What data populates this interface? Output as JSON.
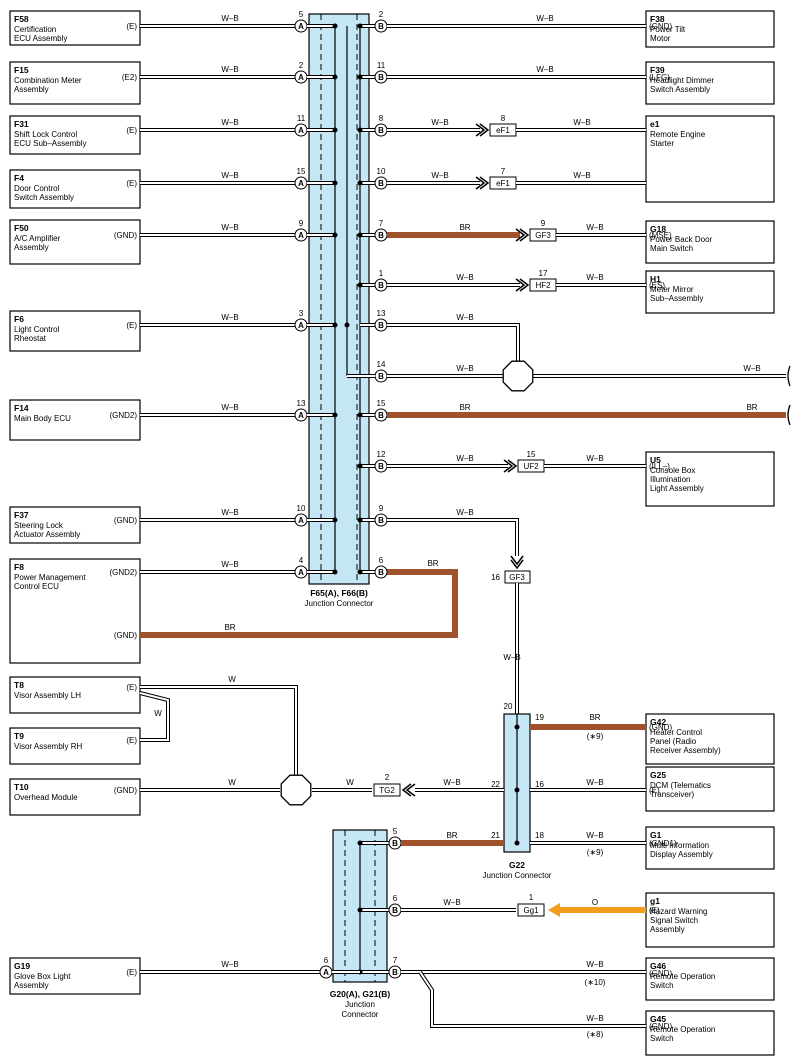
{
  "colors": {
    "junction_fill": "#c5e6f5",
    "br_wire": "#a0522d",
    "o_wire": "#f39c1e",
    "line": "#000000"
  },
  "junction_f65": {
    "name": "F65(A), F66(B)",
    "sub": "Junction Connector"
  },
  "junction_g22": {
    "name": "G22",
    "sub": "Junction Connector"
  },
  "junction_g20": {
    "name": "G20(A), G21(B)",
    "sub1": "Junction",
    "sub2": "Connector"
  },
  "left_components": [
    {
      "code": "F58",
      "desc": [
        "Certification",
        "ECU Assembly"
      ],
      "term": "(E)",
      "color": "W–B",
      "pin": "5",
      "side": "A"
    },
    {
      "code": "F15",
      "desc": [
        "Combination Meter",
        "Assembly"
      ],
      "term": "(E2)",
      "color": "W–B",
      "pin": "2",
      "side": "A"
    },
    {
      "code": "F31",
      "desc": [
        "Shift Lock Control",
        "ECU Sub–Assembly"
      ],
      "term": "(E)",
      "color": "W–B",
      "pin": "11",
      "side": "A"
    },
    {
      "code": "F4",
      "desc": [
        "Door Control",
        "Switch Assembly"
      ],
      "term": "(E)",
      "color": "W–B",
      "pin": "15",
      "side": "A"
    },
    {
      "code": "F50",
      "desc": [
        "A/C Amplifier",
        "Assembly"
      ],
      "term": "(GND)",
      "color": "W–B",
      "pin": "9",
      "side": "A"
    },
    {
      "code": "F6",
      "desc": [
        "Light Control",
        "Rheostat"
      ],
      "term": "(E)",
      "color": "W–B",
      "pin": "3",
      "side": "A"
    },
    {
      "code": "F14",
      "desc": [
        "Main Body ECU"
      ],
      "term": "(GND2)",
      "color": "W–B",
      "pin": "13",
      "side": "A"
    },
    {
      "code": "F37",
      "desc": [
        "Steering Lock",
        "Actuator Assembly"
      ],
      "term": "(GND)",
      "color": "W–B",
      "pin": "10",
      "side": "A"
    },
    {
      "code": "F8",
      "desc": [
        "Power Management",
        "Control ECU"
      ],
      "term": "(GND2)",
      "term2": "(GND)",
      "color": "W–B",
      "color2": "BR",
      "pin": "4",
      "side": "A"
    },
    {
      "code": "T8",
      "desc": [
        "Visor Assembly LH"
      ],
      "term": "(E)",
      "color": "W"
    },
    {
      "code": "T9",
      "desc": [
        "Visor Assembly RH"
      ],
      "term": "(E)",
      "color": "W"
    },
    {
      "code": "T10",
      "desc": [
        "Overhead Module"
      ],
      "term": "(GND)",
      "color": "W"
    },
    {
      "code": "G19",
      "desc": [
        "Glove Box Light",
        "Assembly"
      ],
      "term": "(E)",
      "color": "W–B",
      "pin": "6",
      "side": "A"
    }
  ],
  "right_components": [
    {
      "code": "F38",
      "desc": [
        "Power Tilt",
        "Motor"
      ],
      "term": "(GND)"
    },
    {
      "code": "F39",
      "desc": [
        "Headlight Dimmer",
        "Switch Assembly"
      ],
      "term": "(LFG)"
    },
    {
      "code": "e1",
      "desc": [
        "Remote Engine",
        "Starter"
      ],
      "term": ""
    },
    {
      "code": "G18",
      "desc": [
        "Power Back Door",
        "Main Switch"
      ],
      "term": "(MSE)"
    },
    {
      "code": "H1",
      "desc": [
        "Meter Mirror",
        "Sub–Assembly"
      ],
      "term": "(ES)"
    },
    {
      "code": "U5",
      "desc": [
        "Console Box",
        "Illumination",
        "Light Assembly"
      ],
      "term": "(ILL–)"
    },
    {
      "code": "G42",
      "desc": [
        "Heater Control",
        "Panel (Radio",
        "Receiver Assembly)"
      ],
      "term": "(GND)",
      "note": "(∗9)"
    },
    {
      "code": "G25",
      "desc": [
        "DCM (Telematics",
        "Transceiver)"
      ],
      "term": "(E)"
    },
    {
      "code": "G1",
      "desc": [
        "Multi Information",
        "Display Assembly"
      ],
      "term": "(GND1)",
      "note": "(∗9)"
    },
    {
      "code": "g1",
      "desc": [
        "Hazard Warning",
        "Signal Switch",
        "Assembly"
      ],
      "term": "(E)"
    },
    {
      "code": "G46",
      "desc": [
        "Remote Operation",
        "Switch"
      ],
      "term": "(GND)",
      "note": "(∗10)"
    },
    {
      "code": "G45",
      "desc": [
        "Remote Operation",
        "Switch"
      ],
      "term": "(GND)",
      "note": "(∗8)"
    }
  ],
  "b_pins": [
    {
      "pin": "2",
      "color": "W–B"
    },
    {
      "pin": "11",
      "color": "W–B"
    },
    {
      "pin": "8",
      "color": "W–B",
      "color2": "W–B"
    },
    {
      "pin": "10",
      "color": "W–B",
      "color2": "W–B"
    },
    {
      "pin": "7",
      "color": "BR",
      "color2": "W–B"
    },
    {
      "pin": "1",
      "color": "W–B",
      "color2": "W–B"
    },
    {
      "pin": "13",
      "color": "W–B"
    },
    {
      "pin": "14",
      "color": "W–B"
    },
    {
      "pin": "15",
      "color": "BR",
      "color2": "BR"
    },
    {
      "pin": "12",
      "color": "W–B",
      "color2": "W–B"
    },
    {
      "pin": "9",
      "color": "W–B"
    },
    {
      "pin": "6",
      "color": "BR"
    }
  ],
  "inline_connectors": [
    {
      "id": "eF1",
      "pin": "8"
    },
    {
      "id": "eF1",
      "pin": "7"
    },
    {
      "id": "GF3",
      "pin": "9"
    },
    {
      "id": "HF2",
      "pin": "17"
    },
    {
      "id": "UF2",
      "pin": "15"
    },
    {
      "id": "GF3",
      "pin": "16"
    },
    {
      "id": "TG2",
      "pin": "2"
    },
    {
      "id": "Gg1",
      "pin": "1"
    }
  ],
  "g22_pins": [
    {
      "pin": "20"
    },
    {
      "pin": "19",
      "color": "BR"
    },
    {
      "pin": "22",
      "color": "W–B"
    },
    {
      "pin": "16",
      "color": "W–B"
    },
    {
      "pin": "21"
    },
    {
      "pin": "18",
      "color": "W–B"
    }
  ],
  "g20_pins": [
    {
      "pin": "5",
      "color": "BR"
    },
    {
      "pin": "6",
      "color": "W–B"
    },
    {
      "pin": "7",
      "color": "W–B",
      "color2": "W–B"
    },
    {
      "pin": "6",
      "side": "A"
    }
  ],
  "misc": {
    "wb_vertical": "W–B",
    "w_label": "W",
    "w_label2": "W",
    "w_label3": "W",
    "o_label": "O",
    "end_wb": "W–B",
    "end_br": "BR",
    "wb_t10": "W–B"
  }
}
